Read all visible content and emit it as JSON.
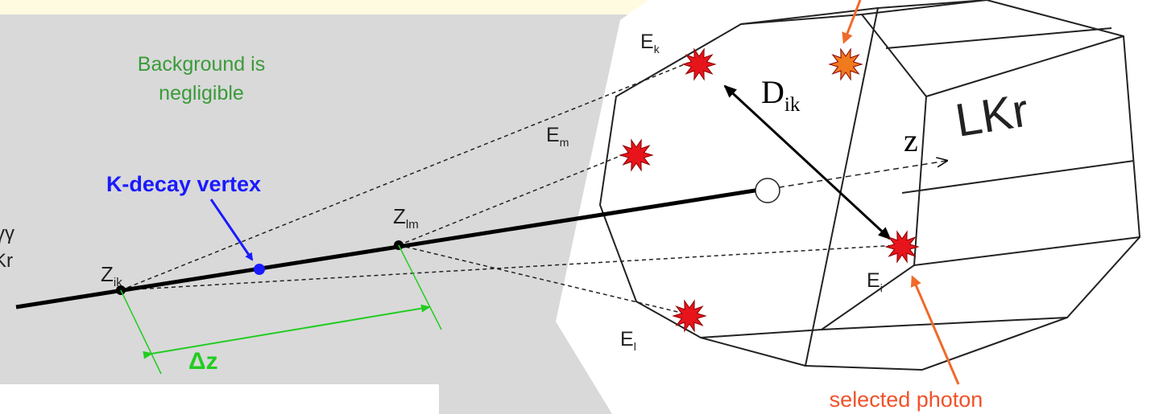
{
  "background_note_lines": [
    "Background is",
    "negligible"
  ],
  "decay_vertex_label": "K-decay vertex",
  "left_cut_text": [
    "γγ",
    "Kr"
  ],
  "vertex_labels": {
    "z_ik": {
      "main": "Z",
      "sub": "ik"
    },
    "z_lm": {
      "main": "Z",
      "sub": "lm"
    }
  },
  "delta_z_label": "Δz",
  "energy_labels": {
    "e_k": {
      "main": "E",
      "sub": "k"
    },
    "e_m": {
      "main": "E",
      "sub": "m"
    },
    "e_i": {
      "main": "E",
      "sub": "i"
    },
    "e_l": {
      "main": "E",
      "sub": "l"
    }
  },
  "distance_label": {
    "main": "D",
    "sub": "ik"
  },
  "axis_label": "z",
  "detector_label": "LKr",
  "selected_photon_label": "selected photon",
  "colors": {
    "page_bg": "#d9d9d9",
    "note_box": "#fffbe0",
    "green": "#3a9a3a",
    "delta_green": "#22cc22",
    "vertex_blue": "#1a1aff",
    "hit_red": "#e8141c",
    "hit_orange": "#f07a1e",
    "arrow_orange": "#f06a2a",
    "selected_text": "#f0522a"
  }
}
